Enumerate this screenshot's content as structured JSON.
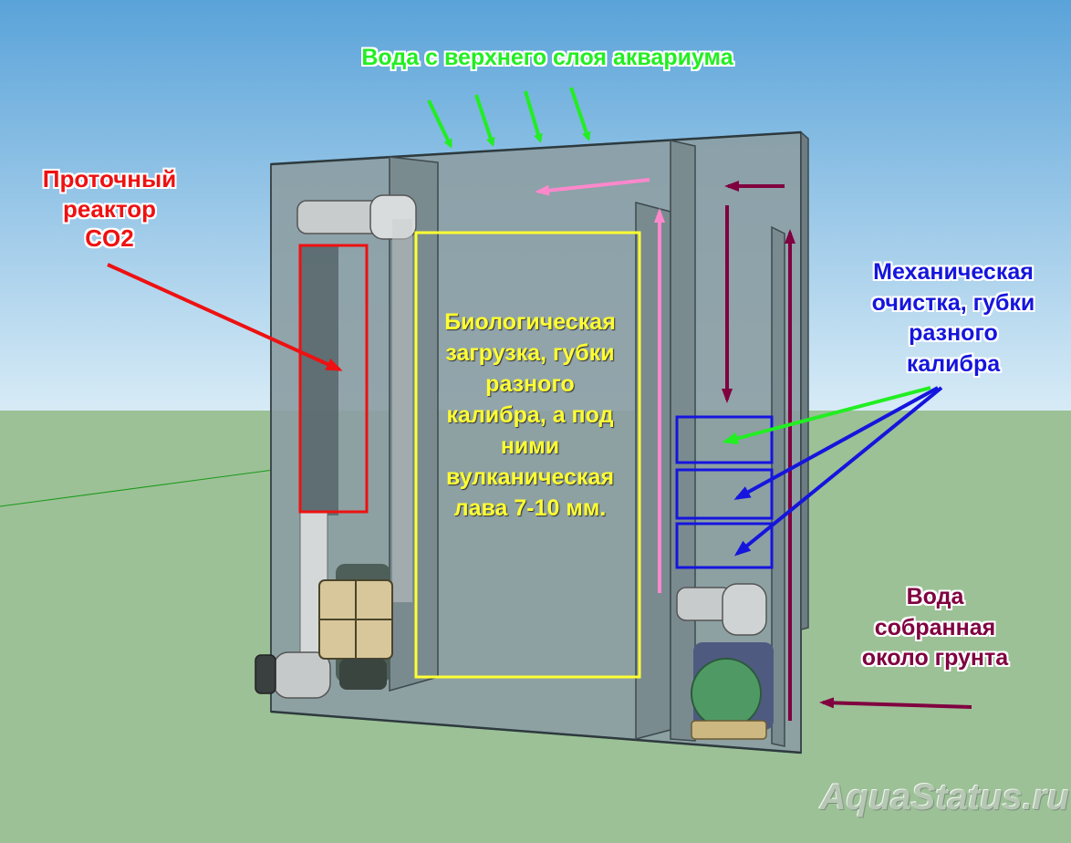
{
  "labels": {
    "top_water": "Вода с верхнего слоя аквариума",
    "co2_reactor": [
      "Проточный",
      "реактор",
      "CO2"
    ],
    "bio_load": [
      "Биологическая",
      "загрузка, губки",
      "разного",
      "калибра, а под",
      "ними",
      "вулканическая",
      "лава 7-10 мм."
    ],
    "mech_cleaning": [
      "Механическая",
      "очистка, губки",
      "разного",
      "калибра"
    ],
    "bottom_water": [
      "Вода",
      "собранная",
      "около грунта"
    ]
  },
  "watermark": "AquaStatus.ru",
  "colors": {
    "sky_top": "#5aa3d9",
    "sky_bottom": "#d4e9f5",
    "ground": "#9cc196",
    "glass": "#8c9ea4",
    "green_label": "#22ee22",
    "red_label": "#ee1111",
    "yellow_label": "#ffff33",
    "blue_label": "#1515dd",
    "maroon_label": "#800040",
    "pink_arrow": "#ff88cc"
  }
}
